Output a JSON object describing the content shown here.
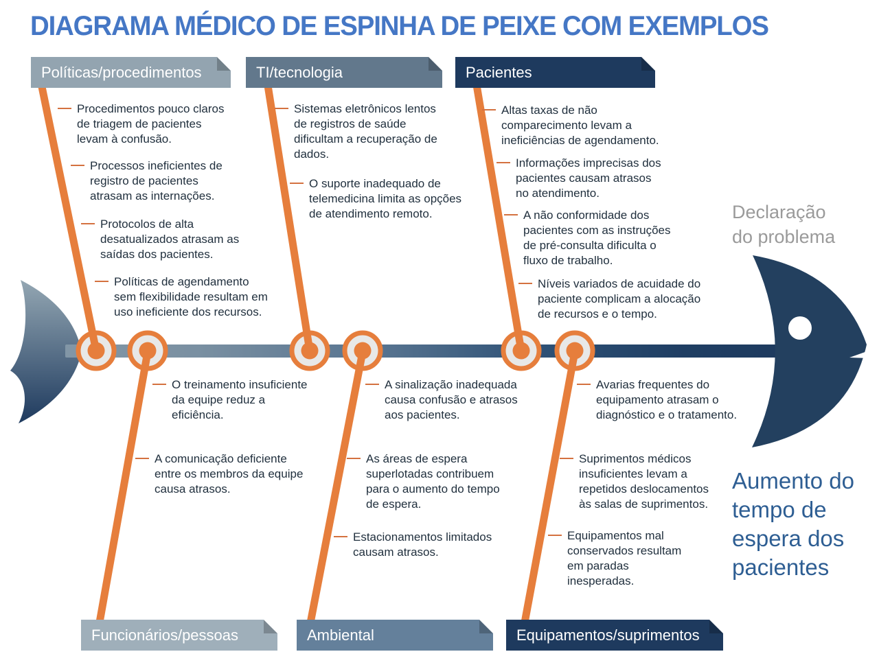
{
  "title": "DIAGRAMA MÉDICO DE ESPINHA DE PEIXE COM EXEMPLOS",
  "problem": {
    "label": "Declaração\ndo problema",
    "statement": "Aumento do\ntempo de\nespera dos\npacientes"
  },
  "categories": [
    {
      "label": "Políticas/procedimentos",
      "position": "top",
      "items": [
        "Procedimentos pouco claros\nde triagem de pacientes\nlevam à confusão.",
        "Processos ineficientes de\nregistro de pacientes\natrasam as internações.",
        "Protocolos de alta\ndesatualizados atrasam as\nsaídas dos pacientes.",
        "Políticas de agendamento\nsem flexibilidade resultam em\nuso ineficiente dos recursos."
      ]
    },
    {
      "label": "TI/tecnologia",
      "position": "top",
      "items": [
        "Sistemas eletrônicos lentos\nde registros de saúde\ndificultam a recuperação de\ndados.",
        "O suporte inadequado de\ntelemedicina limita as opções\nde atendimento remoto."
      ]
    },
    {
      "label": "Pacientes",
      "position": "top",
      "items": [
        "Altas taxas de não\ncomparecimento levam a\nineficiências de agendamento.",
        "Informações imprecisas dos\npacientes causam atrasos\nno atendimento.",
        "A não conformidade dos\npacientes com as instruções\nde pré-consulta dificulta o\nfluxo de trabalho.",
        "Níveis variados de acuidade do\npaciente complicam a alocação\nde recursos e o tempo."
      ]
    },
    {
      "label": "Funcionários/pessoas",
      "position": "bottom",
      "items": [
        "O treinamento insuficiente\nda equipe reduz a\neficiência.",
        "A comunicação deficiente\nentre os membros da equipe\ncausa atrasos."
      ]
    },
    {
      "label": "Ambiental",
      "position": "bottom",
      "items": [
        "A sinalização inadequada\ncausa confusão e atrasos\naos pacientes.",
        "As áreas de espera\nsuperlotadas contribuem\npara o aumento do tempo\nde espera.",
        "Estacionamentos limitados\ncausam atrasos."
      ]
    },
    {
      "label": "Equipamentos/suprimentos",
      "position": "bottom",
      "items": [
        "Avarias frequentes do\nequipamento atrasam o\ndiagnóstico e o tratamento.",
        "Suprimentos médicos\ninsuficientes levam a\nrepetidos deslocamentos\nàs salas de suprimentos.",
        "Equipamentos mal\nconservados resultam\nem paradas\ninesperadas."
      ]
    }
  ],
  "colors": {
    "title_blue": "#4577C5",
    "branch_orange": "#E67E3C",
    "dash_orange": "#D4713F",
    "navy": "#1E3A5E",
    "slate_light": "#93A4B0",
    "slate_light2": "#9FAFBA",
    "slate_mid": "#62788C",
    "slate_mid2": "#64809B",
    "node_fill": "#E8E8E7",
    "text_dark": "#21303E",
    "statement_blue": "#2E5E93",
    "label_gray": "#9A9A9A"
  }
}
